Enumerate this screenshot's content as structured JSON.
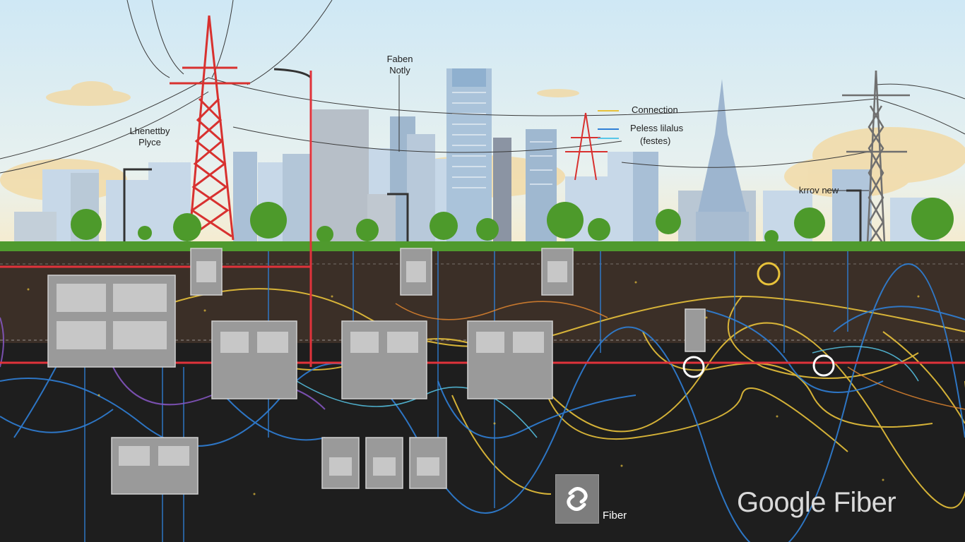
{
  "labels": {
    "tower_left": [
      "Lhenettby",
      "Plyce"
    ],
    "fiber_top": [
      "Faben",
      "Notly"
    ],
    "right_note": "krrov new"
  },
  "legend": [
    {
      "text": "Connection",
      "color": "#e8c23a"
    },
    {
      "text": "Peless lilalus",
      "color": "#2f7fd6"
    },
    {
      "text": "(festes)",
      "color": "#57c7e8"
    }
  ],
  "badge": {
    "label": "Fiber",
    "icon": "fiber-swirl-icon"
  },
  "brand": {
    "text": "Google Fiber"
  },
  "colors": {
    "sky_top": "#d7ecf6",
    "sky_bottom": "#f6efd6",
    "grass": "#4f9a2e",
    "soil": "#3b2f27",
    "deep_ground": "#1e1e1e",
    "power_line": "#e0333b",
    "fiber_yellow": "#e8c23a",
    "fiber_blue": "#2f7fd6",
    "fiber_cyan": "#57c7e8",
    "fiber_purple": "#8a58c8",
    "tower_red": "#d8312f",
    "tower_grey": "#6f6f6f"
  }
}
